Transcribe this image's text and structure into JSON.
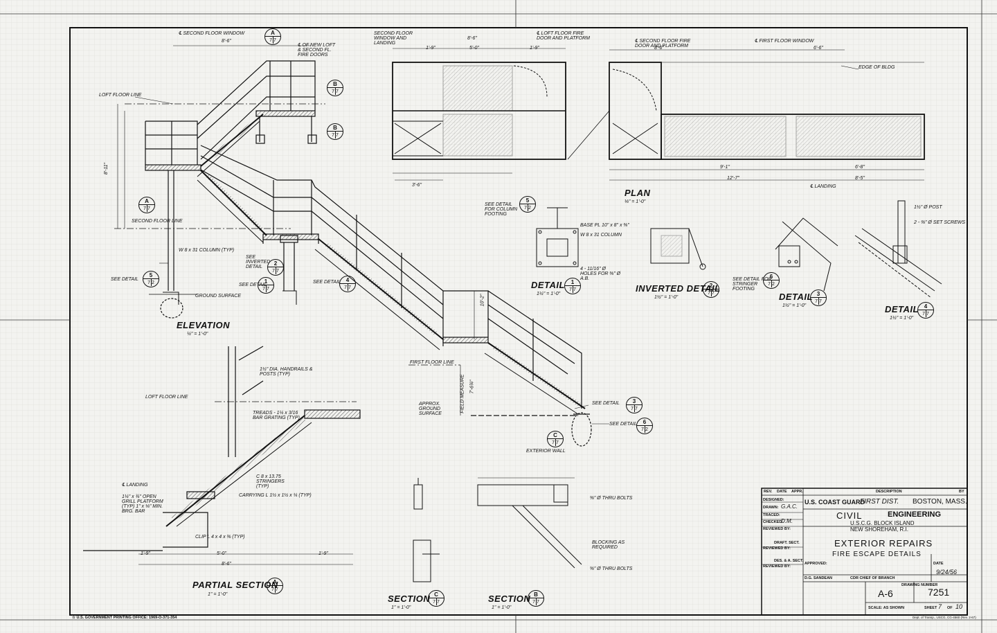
{
  "views": {
    "elevation": {
      "title": "ELEVATION",
      "scale": "¼\" = 1'-0\""
    },
    "plan": {
      "title": "PLAN",
      "scale": "⅛\" = 1'-0\""
    },
    "partial_section": {
      "title": "PARTIAL SECTION",
      "scale": "1\" = 1'-0\"",
      "ref": "A",
      "sheet": "7/7"
    },
    "section_c": {
      "title": "SECTION",
      "scale": "1\" = 1'-0\"",
      "ref": "C",
      "sheet": "7/7"
    },
    "section_b": {
      "title": "SECTION",
      "scale": "1\" = 1'-0\"",
      "ref": "B",
      "sheet": "7/7"
    },
    "detail_1": {
      "title": "DETAIL",
      "scale": "1½\" = 1'-0\"",
      "ref": "1",
      "sheet": "7/7"
    },
    "inverted_detail_2": {
      "title": "INVERTED DETAIL",
      "scale": "1½\" = 1'-0\"",
      "ref": "2",
      "sheet": "7/7"
    },
    "detail_3": {
      "title": "DETAIL",
      "scale": "1½\" = 1'-0\"",
      "ref": "3",
      "sheet": "7/7"
    },
    "detail_4": {
      "title": "DETAIL",
      "scale": "1½\" = 1'-0\"",
      "ref": "4",
      "sheet": "7/7"
    }
  },
  "notes": {
    "second_floor_window": "℄ SECOND FLOOR WINDOW",
    "new_loft": "℄ OF NEW LOFT & SECOND FL. FIRE DOORS",
    "loft_floor_line": "LOFT FLOOR LINE",
    "second_floor_line": "SECOND FLOOR LINE",
    "first_floor_line": "FIRST FLOOR LINE",
    "column": "W 8 x 31 COLUMN (TYP)",
    "see_inverted_detail": "SEE INVERTED DETAIL",
    "see_detail": "SEE DETAIL",
    "ground_surface": "GROUND SURFACE",
    "approx_ground": "APPROX. GROUND SURFACE",
    "field_measure": "FIELD MEASURE",
    "plan_window_landing": "SECOND FLOOR WINDOW AND LANDING",
    "plan_loft_door": "℄ LOFT FLOOR FIRE DOOR AND PLATFORM",
    "plan_second_door": "℄ SECOND FLOOR FIRE DOOR AND PLATFORM",
    "plan_first_window": "℄ FIRST FLOOR WINDOW",
    "edge_of_bldg": "EDGE OF BLDG",
    "landing": "℄ LANDING",
    "handrails": "1½\" DIA. HANDRAILS & POSTS (TYP)",
    "treads": "TREADS - 1¼ x 3/16 BAR GRATING (TYP)",
    "stringers": "C 8 x 13.75 STRINGERS (TYP)",
    "carrying": "CARRYING L 1½ x 1½ x ¼ (TYP)",
    "clip": "CLIP L 4 x 4 x ⅜ (TYP)",
    "open_grill": "1¼\" x ¾\" OPEN GRILL PLATFORM (TYP) 1\" x ⅛\" MIN. BRG. BAR",
    "exterior_wall": "EXTERIOR WALL",
    "blocking": "BLOCKING AS REQUIRED",
    "thru_bolts": "⅝\" Ø THRU BOLTS",
    "base_plate": "BASE PL 10\" x 8\" x ⅝\"",
    "detail_column": "W 8 x 31 COLUMN",
    "detail_holes": "4 - 11/16\" Ø HOLES FOR ⅝\" Ø A.B.",
    "post": "1½\" Ø POST",
    "set_screws": "2 - ⅜\" Ø SET SCREWS",
    "see_detail_footing": "SEE DETAIL FOR COLUMN FOOTING",
    "see_detail_stringer": "SEE DETAIL FOR STRINGER FOOTING"
  },
  "dimensions": {
    "elev_top": "8'-6\"",
    "plan_a": "8'-6\"",
    "plan_b": "1'-9\"",
    "plan_c": "5'-0\"",
    "plan_d": "1'-9\"",
    "plan_e": "6'-6\"",
    "plan_f": "9'-1\"",
    "plan_g": "6'-8\"",
    "plan_h": "12'-7\"",
    "plan_i": "8'-5\"",
    "plan_j": "3'-6\"",
    "sec_a": "1'-9\"",
    "sec_b": "5'-0\"",
    "sec_c": "1'-9\"",
    "sec_d": "8'-6\"",
    "elev_height_1": "10'-2\"",
    "elev_height_2": "7'-6¾\"",
    "elev_left": "8'-11\""
  },
  "title_block": {
    "rev": "REV.",
    "date": "DATE",
    "appr": "APPR.",
    "description": "DESCRIPTION",
    "by": "BY",
    "designed": "DESIGNED:",
    "drawn": "DRAWN:",
    "drawn_val": "G.A.C.",
    "traced": "TRACED:",
    "checked": "CHECKED:",
    "checked_val": "D.M.",
    "reviewed_by": "REVIEWED BY:",
    "draft_sect": "DRAFT. SECT.",
    "des_sect": "DES. & A. SECT.",
    "approved": "APPROVED:",
    "org": "U.S. COAST GUARD",
    "district": "FIRST DIST.",
    "city": "BOSTON, MASS.",
    "dept_1": "CIVIL",
    "dept_2": "ENGINEERING",
    "site_1": "U.S.C.G. BLOCK ISLAND",
    "site_2": "NEW SHOREHAM, R.I.",
    "title_1": "EXTERIOR REPAIRS",
    "title_2": "FIRE ESCAPE DETAILS",
    "approver": "D.G. SANDEAN",
    "approver_title": "CDR CHIEF OF BRANCH",
    "date_label": "DATE",
    "date_val": "9/24/56",
    "drawing_number_label": "DRAWING NUMBER",
    "sheet_code": "A-6",
    "drawing_number": "7251",
    "scale_label": "SCALE: AS SHOWN",
    "sheet_label": "SHEET",
    "sheet_val": "7",
    "of_label": "OF",
    "sheet_total": "10",
    "footer": "Dept. of Transp., USCG, CG-4560 (Rev. 2-67)"
  },
  "printing_office": "☆ U.S. GOVERNMENT PRINTING OFFICE: 1969-O-371-354"
}
